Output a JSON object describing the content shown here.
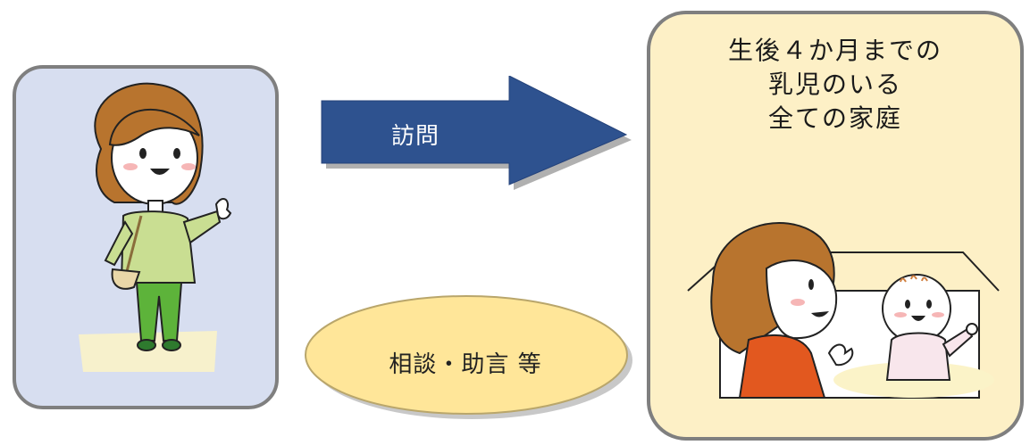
{
  "visitor_panel": {
    "illustration": "woman-visitor-waving"
  },
  "visit_arrow": {
    "label": "訪問",
    "direction": "right",
    "color": "#2e528f"
  },
  "consultation": {
    "label": "相談・助言 等",
    "color": "#ffe699"
  },
  "family_panel": {
    "title_lines": [
      "生後４か月までの",
      "乳児のいる",
      "全ての家庭"
    ],
    "illustration": "mother-and-baby-in-house"
  },
  "colors": {
    "left_panel_bg": "#d7def0",
    "right_panel_bg": "#fdf0c6",
    "panel_border": "#7f7f7f"
  }
}
